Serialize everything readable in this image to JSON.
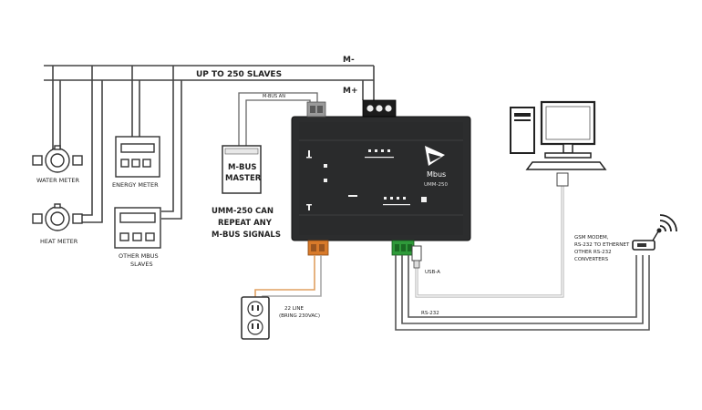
{
  "bus": {
    "minus_label": "M-",
    "plus_label": "M+",
    "slaves_label": "UP TO 250 SLAVES"
  },
  "meters": {
    "water_label": "WATER METER",
    "heat_label": "HEAT METER",
    "energy_label": "ENERGY METER",
    "other_label_line1": "OTHER MBUS",
    "other_label_line2": "SLAVES"
  },
  "master": {
    "line1": "M-BUS",
    "line2": "MASTER",
    "cable_label": "M-BUS AN",
    "note_line1": "UMM-250 CAN",
    "note_line2": "REPEAT ANY",
    "note_line3": "M-BUS SIGNALS"
  },
  "device": {
    "brand": "Mbus",
    "model": "UMM-250"
  },
  "power": {
    "label_line1": "22 LINE",
    "label_line2": "(BRING 230VAC)"
  },
  "connections": {
    "usb_label": "USB-A",
    "rs232_label": "RS-232",
    "modem_line1": "GSM MODEM,",
    "modem_line2": "RS-232 TO ETHERNET",
    "modem_line3": "OTHER RS-232",
    "modem_line4": "CONVERTERS"
  },
  "colors": {
    "device_body": "#2c2d2e",
    "terminal_green": "#2f9a3a",
    "terminal_orange": "#d87a2a",
    "wire": "#444444",
    "power_wire": "#e0a060"
  }
}
